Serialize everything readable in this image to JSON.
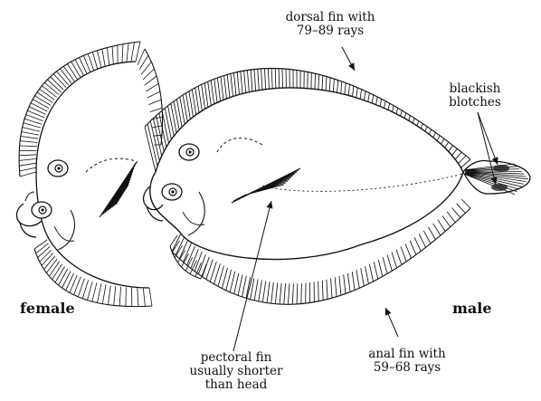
{
  "labels": {
    "dorsal_fin": [
      "dorsal fin with",
      "79–89 rays"
    ],
    "blotches": [
      "blackish",
      "blotches"
    ],
    "pectoral_fin": [
      "pectoral fin",
      "usually shorter",
      "than head"
    ],
    "anal_fin": [
      "anal fin with",
      "59–68 rays"
    ],
    "female": "female",
    "male": "male"
  }
}
